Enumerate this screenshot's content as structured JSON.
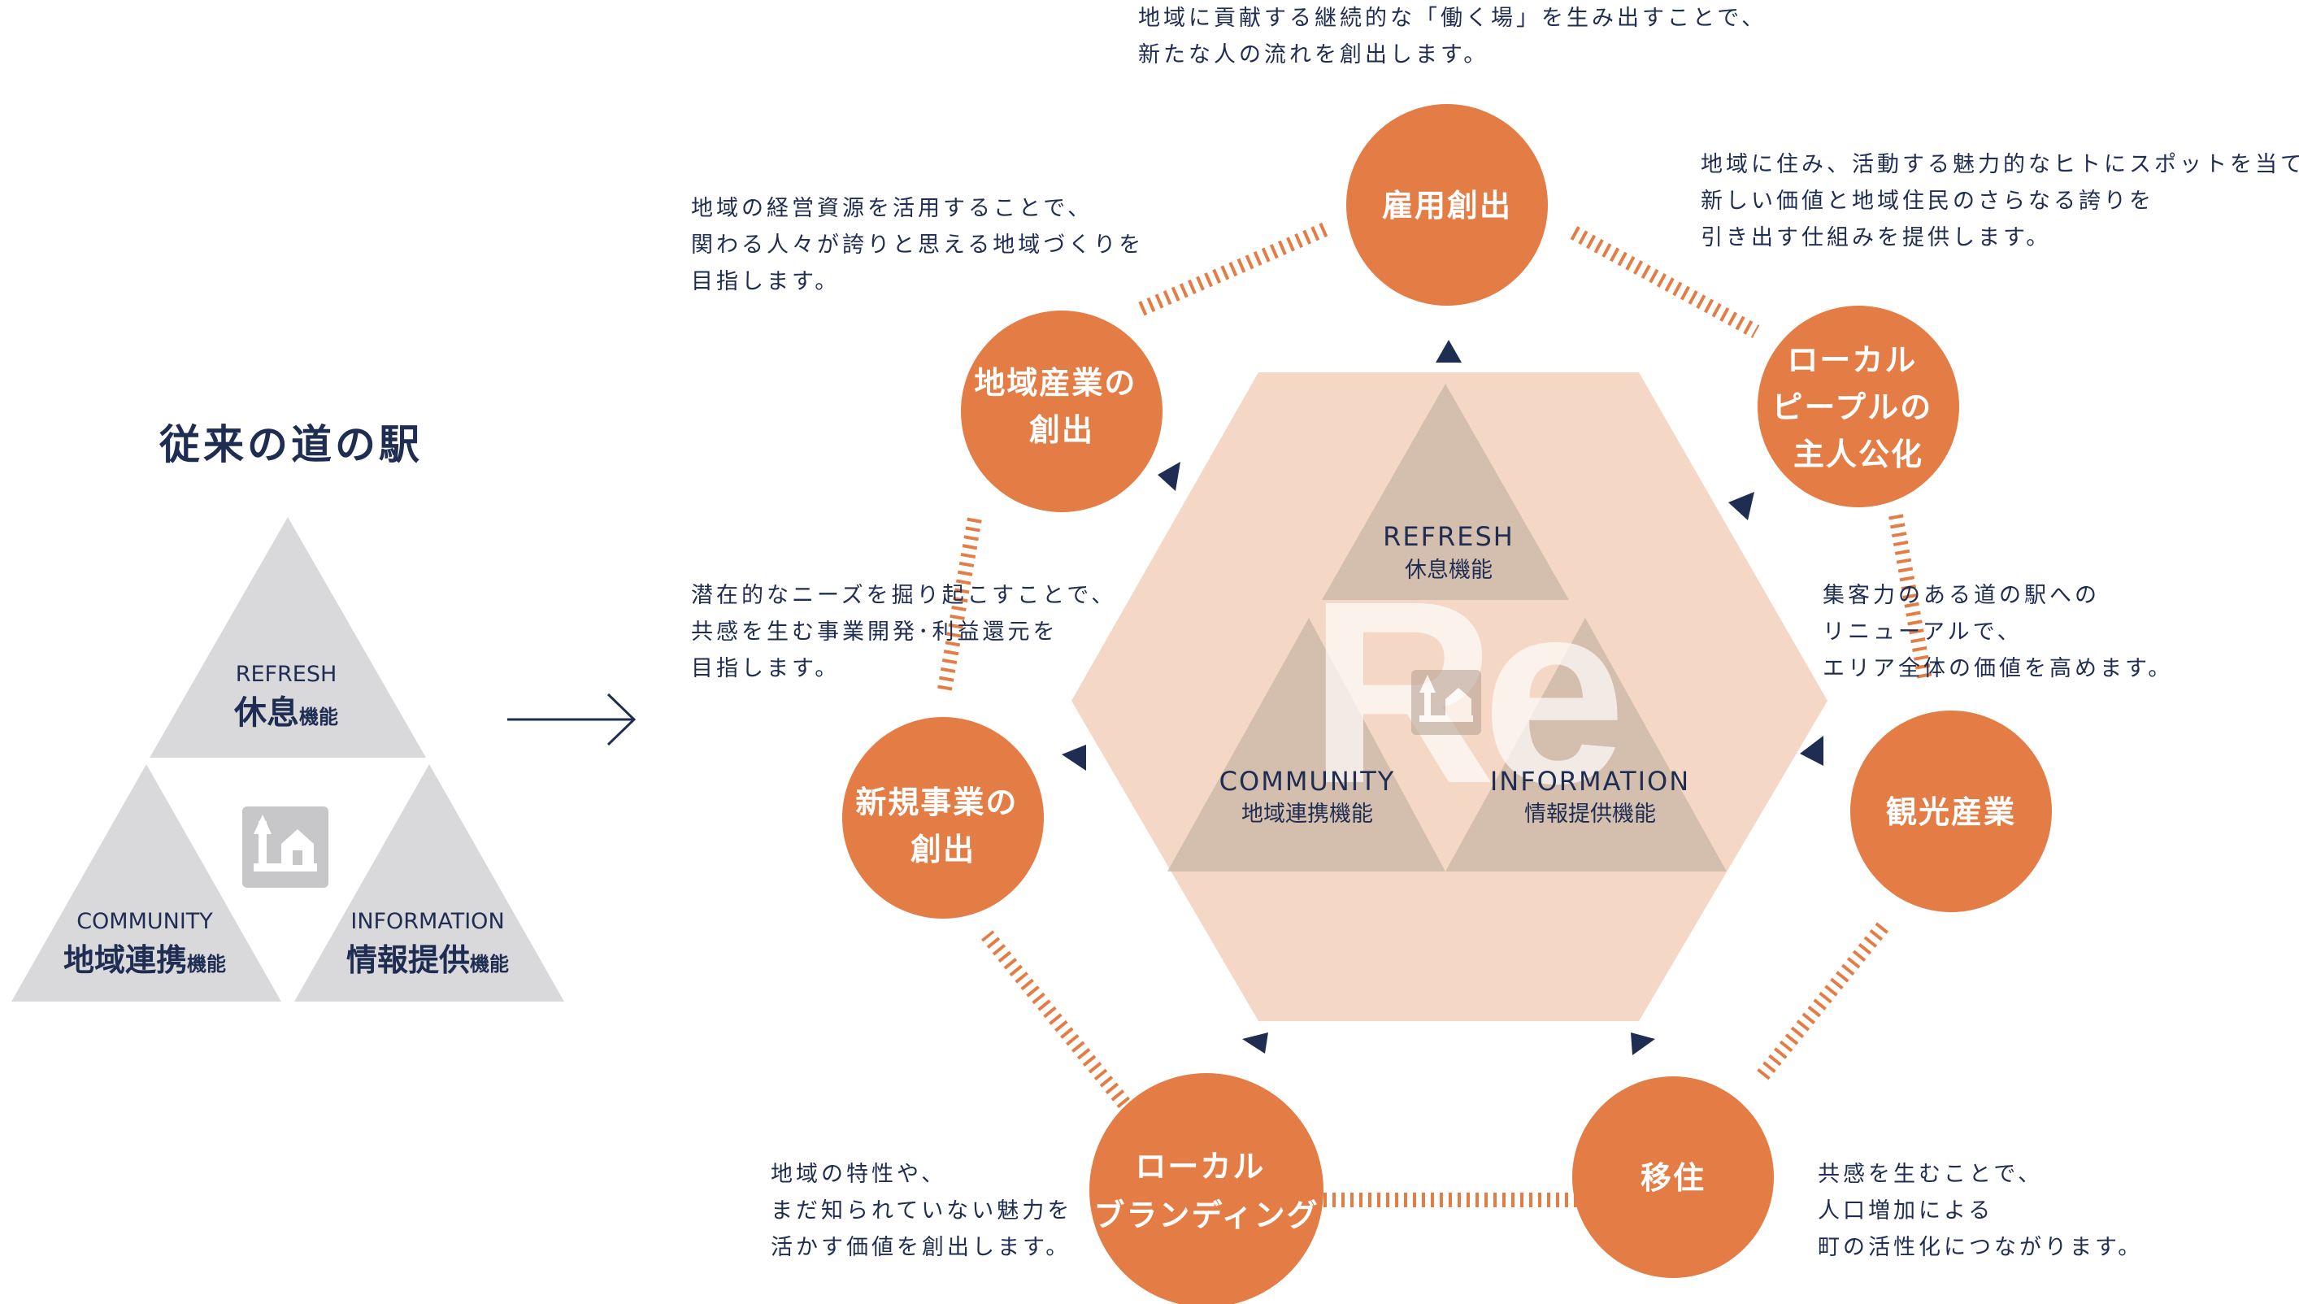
{
  "left": {
    "title": "従来の道の駅",
    "refresh_en": "REFRESH",
    "refresh_jp": "休息",
    "community_en": "COMMUNITY",
    "community_jp": "地域連携",
    "information_en": "INFORMATION",
    "information_jp": "情報提供",
    "suffix": "機能",
    "icon": "roadside-station-icon"
  },
  "center": {
    "logo": "Re",
    "refresh_en": "REFRESH",
    "refresh_jp": "休息機能",
    "community_en": "COMMUNITY",
    "community_jp": "地域連携機能",
    "information_en": "INFORMATION",
    "information_jp": "情報提供機能"
  },
  "nodes": {
    "koyou": [
      "雇用創出"
    ],
    "local_people": [
      "ローカル",
      "ピープルの",
      "主人公化"
    ],
    "kanko": [
      "観光産業"
    ],
    "iju": [
      "移住"
    ],
    "branding": [
      "ローカル",
      "ブランディング"
    ],
    "shinki": [
      "新規事業の",
      "創出"
    ],
    "chiiki": [
      "地域産業の",
      "創出"
    ]
  },
  "descriptions": {
    "koyou": [
      "地域に貢献する継続的な「働く場」を生み出すことで、",
      "新たな人の流れを創出します。"
    ],
    "local_people": [
      "地域に住み、活動する魅力的なヒトにスポットを当て、",
      "新しい価値と地域住民のさらなる誇りを",
      "引き出す仕組みを提供します。"
    ],
    "kanko": [
      "集客力のある道の駅への",
      "リニューアルで、",
      "エリア全体の価値を高めます。"
    ],
    "iju": [
      "共感を生むことで、",
      "人口増加による",
      "町の活性化につながります。"
    ],
    "branding": [
      "地域の特性や、",
      "まだ知られていない魅力を",
      "活かす価値を創出します。"
    ],
    "shinki": [
      "潜在的なニーズを掘り起こすことで、",
      "共感を生む事業開発･利益還元を",
      "目指します。"
    ],
    "chiiki": [
      "地域の経営資源を活用することで、",
      "関わる人々が誇りと思える地域づくりを",
      "目指します。"
    ]
  },
  "colors": {
    "navy": "#1f2d52",
    "orange": "#e37c45",
    "hexagon": "#f5d7c6",
    "gray": "#d9d9db",
    "center_triangle": "#c8b4a5"
  }
}
